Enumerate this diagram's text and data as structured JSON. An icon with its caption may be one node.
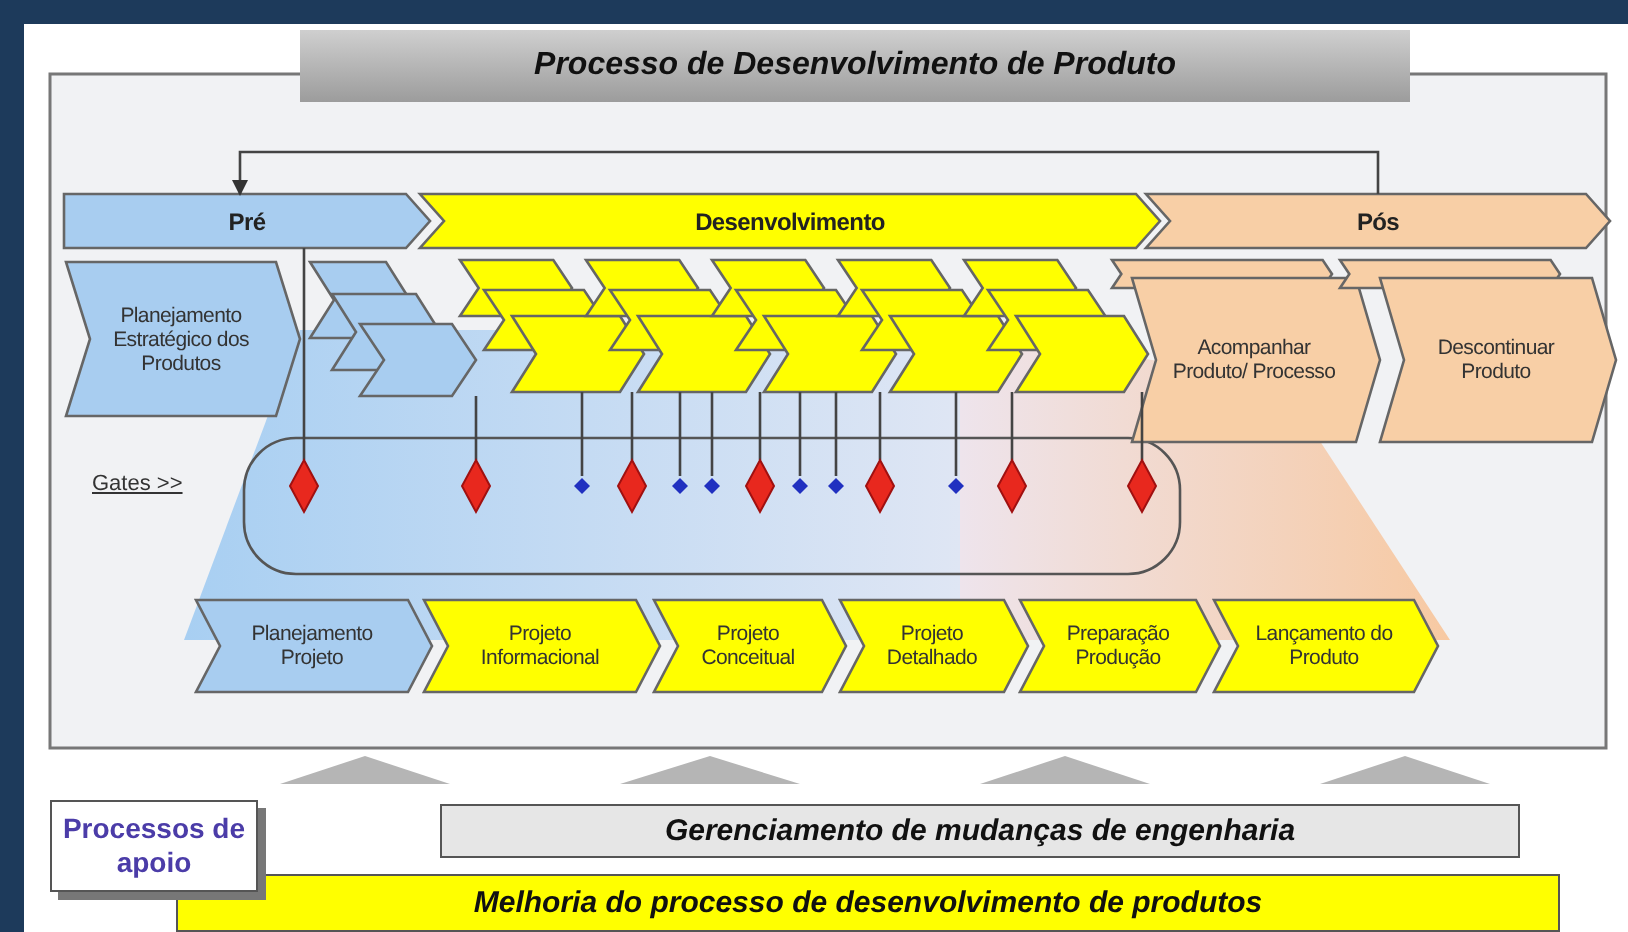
{
  "diagram": {
    "title": "Processo de Desenvolvimento de Produto",
    "nodes": [
      {
        "text": [
          "Pré"
        ]
      },
      {
        "text": [
          "Desenvolvimento"
        ]
      },
      {
        "text": [
          "Pós"
        ]
      },
      {
        "text": [
          "Planejamento Estratégico dos Produtos"
        ]
      },
      {
        "text": [],
        "shape": "chevron"
      },
      {
        "text": [],
        "shape": "chevron"
      },
      {
        "text": [],
        "shape": "chevron"
      },
      {
        "text": [],
        "shape": "chevron"
      },
      {
        "text": [],
        "shape": "chevron"
      },
      {
        "text": [],
        "shape": "chevron"
      },
      {
        "text": [],
        "shape": "chevron"
      },
      {
        "text": [],
        "shape": "chevron"
      },
      {
        "text": [],
        "shape": "chevron"
      },
      {
        "text": [],
        "shape": "chevron"
      },
      {
        "text": [],
        "shape": "chevron"
      },
      {
        "text": [],
        "shape": "chevron"
      },
      {
        "text": [],
        "shape": "chevron"
      },
      {
        "text": [],
        "shape": "chevron"
      },
      {
        "text": [],
        "shape": "chevron"
      },
      {
        "text": [],
        "shape": "chevron"
      },
      {
        "text": [],
        "shape": "chevron"
      },
      {
        "text": [],
        "shape": "chevron"
      },
      {
        "text": [],
        "shape": "chevron"
      },
      {
        "text": [
          "Acompanhar Produto/ Processo"
        ]
      },
      {
        "text": [],
        "shape": "chevron"
      },
      {
        "text": [
          "Descontinuar Produto"
        ]
      },
      {
        "text": [],
        "shape": "diamond"
      },
      {
        "text": [],
        "shape": "diamond"
      },
      {
        "text": [],
        "shape": "dot"
      },
      {
        "text": [],
        "shape": "diamond"
      },
      {
        "text": [],
        "shape": "dot"
      },
      {
        "text": [],
        "shape": "dot"
      },
      {
        "text": [],
        "shape": "diamond"
      },
      {
        "text": [],
        "shape": "dot"
      },
      {
        "text": [],
        "shape": "dot"
      },
      {
        "text": [],
        "shape": "diamond"
      },
      {
        "text": [],
        "shape": "dot"
      },
      {
        "text": [],
        "shape": "diamond"
      },
      {
        "text": [],
        "shape": "diamond"
      },
      {
        "text": [
          "Planejamento Projeto"
        ]
      },
      {
        "text": [
          "Projeto Informacional"
        ]
      },
      {
        "text": [
          "Projeto Conceitual"
        ]
      },
      {
        "text": [
          "Projeto Detalhado"
        ]
      },
      {
        "text": [
          "Preparação Produção"
        ]
      },
      {
        "text": [
          "Lançamento do Produto"
        ]
      },
      {
        "text": [],
        "shape": "triangle"
      },
      {
        "text": [],
        "shape": "triangle"
      },
      {
        "text": [],
        "shape": "triangle"
      },
      {
        "text": [],
        "shape": "triangle"
      },
      {
        "text": [
          "Processos de apoio"
        ]
      },
      {
        "text": [
          "Gerenciamento de mudanças de engenharia"
        ]
      },
      {
        "text": [
          "Melhoria do processo de desenvolvimento de produtos"
        ]
      }
    ],
    "edges": [
      {
        "from": 2,
        "to": 0,
        "arrow": "to"
      },
      {
        "from": 0,
        "to": 26,
        "arrow": "none"
      },
      {
        "from": 6,
        "to": 27,
        "arrow": "none"
      },
      {
        "from": 9,
        "to": 28,
        "arrow": "none"
      },
      {
        "from": 9,
        "to": 29,
        "arrow": "none"
      },
      {
        "from": 12,
        "to": 30,
        "arrow": "none"
      },
      {
        "from": 12,
        "to": 31,
        "arrow": "none"
      },
      {
        "from": 12,
        "to": 32,
        "arrow": "none"
      },
      {
        "from": 15,
        "to": 33,
        "arrow": "none"
      },
      {
        "from": 15,
        "to": 34,
        "arrow": "none"
      },
      {
        "from": 15,
        "to": 35,
        "arrow": "none"
      },
      {
        "from": 18,
        "to": 36,
        "arrow": "none"
      },
      {
        "from": 18,
        "to": 37,
        "arrow": "none"
      },
      {
        "from": 21,
        "to": 38,
        "arrow": "none"
      }
    ],
    "labels": [
      "Gates >>"
    ]
  }
}
